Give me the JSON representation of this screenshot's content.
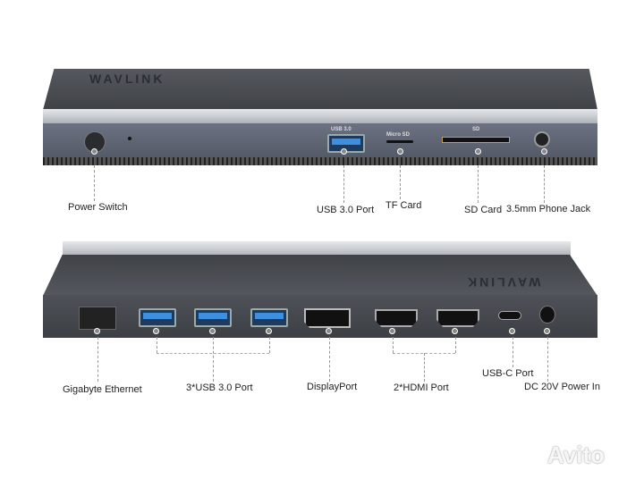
{
  "brand_logo": "WAVLINK",
  "watermark": "Avito",
  "front_panel": {
    "port_marks": {
      "usb": "USB 3.0",
      "microsd": "Micro SD",
      "sd": "SD"
    },
    "labels": [
      "Power Switch",
      "USB 3.0 Port",
      "TF Card",
      "SD Card",
      "3.5mm Phone Jack"
    ]
  },
  "rear_panel": {
    "labels": [
      "Gigabyte Ethernet",
      "3*USB 3.0 Port",
      "DisplayPort",
      "2*HDMI Port",
      "USB-C Port",
      "DC 20V Power In"
    ]
  },
  "colors": {
    "body": "#4a4d53",
    "silver": "#c9ccd1",
    "face": "#5a6070",
    "usb_blue": "#3d8fe0"
  }
}
